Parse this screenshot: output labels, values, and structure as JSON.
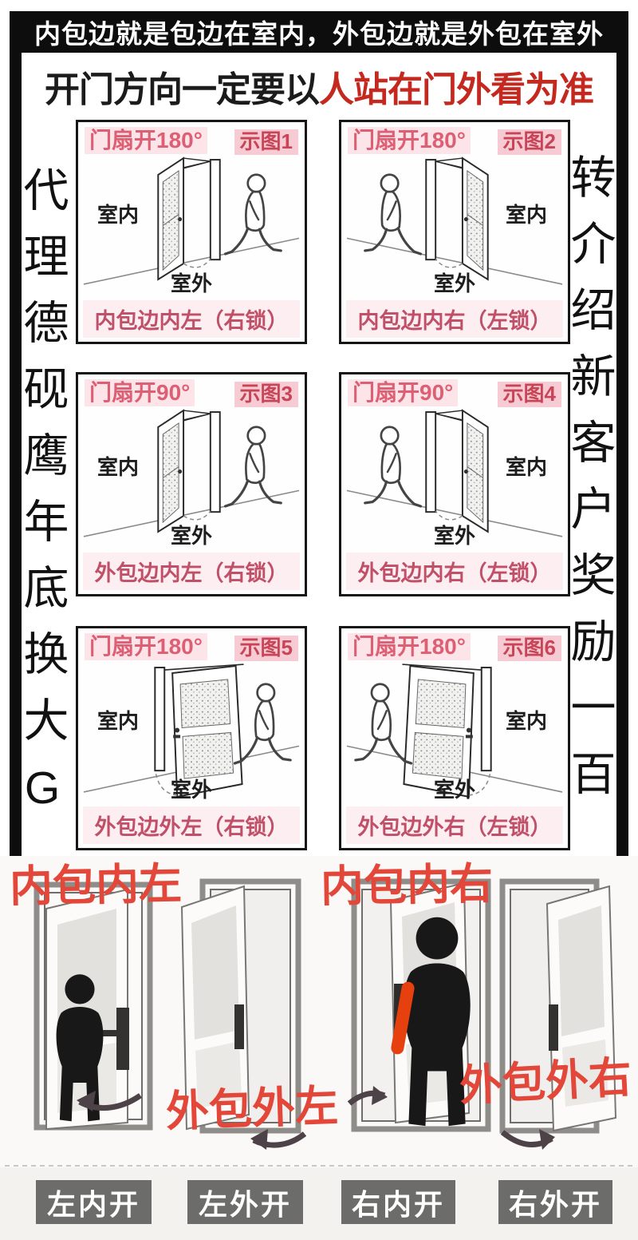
{
  "top_banner": {
    "text": "内包边就是包边在室内，外包边就是外包在室外"
  },
  "headline": {
    "black_part": "开门方向一定要以",
    "red_part": "人站在门外看为准"
  },
  "side_notes": {
    "left_vertical": "代理德砚鹰年底换大G",
    "right_vertical": "转介绍新客户奖励一百"
  },
  "panels": [
    {
      "angle_label": "门扇开180°",
      "figure_label": "示图1",
      "indoor_label": "室内",
      "outdoor_label": "室外",
      "caption": "内包边内左（右锁）"
    },
    {
      "angle_label": "门扇开180°",
      "figure_label": "示图2",
      "indoor_label": "室内",
      "outdoor_label": "室外",
      "caption": "内包边内右（左锁）"
    },
    {
      "angle_label": "门扇开90°",
      "figure_label": "示图3",
      "indoor_label": "室内",
      "outdoor_label": "室外",
      "caption": "外包边内左（右锁）"
    },
    {
      "angle_label": "门扇开90°",
      "figure_label": "示图4",
      "indoor_label": "室内",
      "outdoor_label": "室外",
      "caption": "外包边内右（左锁）"
    },
    {
      "angle_label": "门扇开180°",
      "figure_label": "示图5",
      "indoor_label": "室内",
      "outdoor_label": "室外",
      "caption": "外包边外左（右锁）"
    },
    {
      "angle_label": "门扇开180°",
      "figure_label": "示图6",
      "indoor_label": "室内",
      "outdoor_label": "室外",
      "caption": "外包边外右（左锁）"
    }
  ],
  "photo_section": {
    "labels": {
      "top_left": "内包内左",
      "top_right": "内包内右",
      "bottom_left": "外包外左",
      "bottom_right": "外包外右"
    }
  },
  "buttons": [
    {
      "label": "左内开"
    },
    {
      "label": "左外开"
    },
    {
      "label": "右内开"
    },
    {
      "label": "右外开"
    }
  ],
  "colors": {
    "headline_red": "#c5281e",
    "panel_label_pink": "#dd5f74",
    "caption_rose": "#c04f68",
    "photo_label_red": "#e2473a",
    "highlight_orange": "#e6400f",
    "button_gray": "#6c6c6a",
    "frame_black": "#0d0d0d"
  }
}
